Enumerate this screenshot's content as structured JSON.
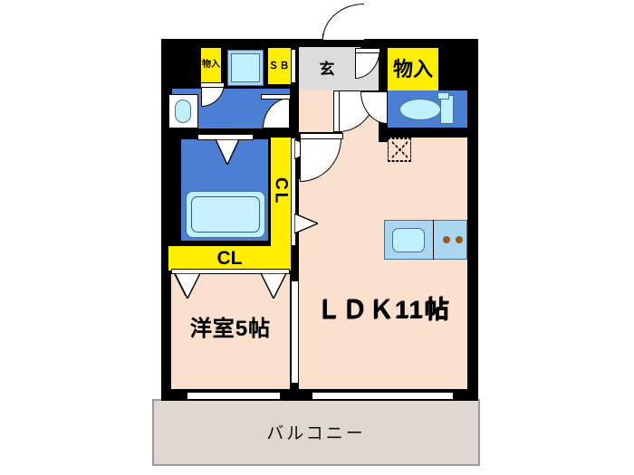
{
  "plan": {
    "type": "japanese-apartment-floor-plan",
    "layout_name": "1LDK",
    "background_color": "#ffffff",
    "wall_color": "#000000",
    "room_floor_color": "#fbe0cd",
    "wet_area_color": "#4a7fd4",
    "closet_color": "#ffee00",
    "balcony_color": "#ded8d0",
    "genkan_color": "#dcdcdc",
    "fixture_color": "#aad6f2"
  },
  "rooms": {
    "ldk": {
      "label": "ＬＤＫ11帖",
      "size_jo": 11,
      "name_en": "Living Dining Kitchen"
    },
    "bedroom": {
      "label": "洋室5帖",
      "size_jo": 5,
      "name_en": "Western-style room"
    },
    "balcony": {
      "label": "バルコニー",
      "name_en": "Balcony"
    },
    "entrance": {
      "label": "玄",
      "name_en": "Genkan entrance"
    }
  },
  "storage": {
    "closet_vertical": {
      "label": "CL",
      "name_en": "Closet"
    },
    "closet_horizontal": {
      "label": "CL",
      "name_en": "Closet"
    },
    "shoe_box": {
      "label": "ＳＢ",
      "name_en": "Shoe box"
    },
    "storage_entry": {
      "label": "物入",
      "name_en": "Storage"
    },
    "storage_washroom": {
      "label": "物入",
      "name_en": "Storage"
    }
  },
  "fixtures": {
    "bathtub": "bathtub-icon",
    "washbasin": "washbasin-icon",
    "washing_machine": "washing-machine-icon",
    "toilet": "toilet-icon",
    "kitchen_sink": "kitchen-sink-icon",
    "stove": "stove-two-burner-icon",
    "air_conditioner": "air-conditioner-mark-icon"
  },
  "openings": {
    "entrance_door": "entrance-door-swing",
    "genkan_inner_door": "genkan-inner-door-swing",
    "toilet_door": "toilet-door-swing",
    "washroom_door": "washroom-door-swing",
    "bath_door": "bath-door-swing",
    "ldk_hall_door": "ldk-hall-door-swing",
    "bedroom_sliding_door": "bedroom-sliding-door",
    "balcony_window_bedroom": "balcony-window-bedroom",
    "balcony_window_ldk": "balcony-window-ldk"
  }
}
